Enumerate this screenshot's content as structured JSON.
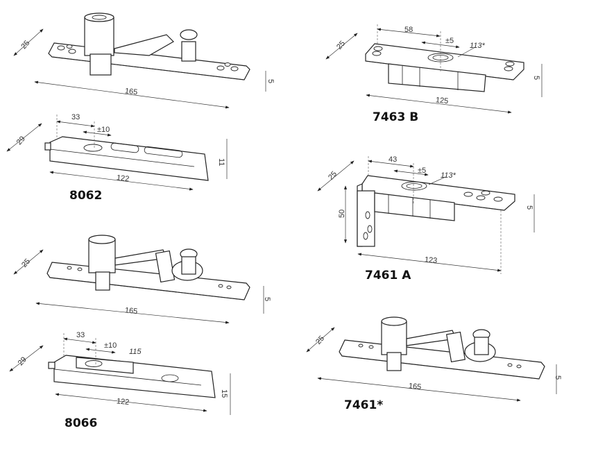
{
  "products": [
    {
      "id": "top-left",
      "label": null,
      "dims": {
        "width": "25",
        "length": "165",
        "thickness": "5"
      }
    },
    {
      "id": "8062",
      "label": "8062",
      "dims": {
        "width": "29",
        "offset": "33",
        "adjust": "±10",
        "length": "122",
        "height": "11"
      }
    },
    {
      "id": "middle-left",
      "label": null,
      "dims": {
        "width": "25",
        "length": "165",
        "thickness": "5"
      }
    },
    {
      "id": "8066",
      "label": "8066",
      "dims": {
        "width": "29",
        "offset": "33",
        "adjust": "±10",
        "spindle": "115",
        "length": "122",
        "height": "15"
      }
    },
    {
      "id": "7463B",
      "label": "7463 B",
      "dims": {
        "width": "25",
        "offset": "58",
        "adjust": "±5",
        "spindle": "113*",
        "length": "125",
        "thickness": "5"
      }
    },
    {
      "id": "7461A",
      "label": "7461 A",
      "dims": {
        "width": "25",
        "offset": "43",
        "adjust": "±5",
        "spindle": "113*",
        "leg": "50",
        "length": "123",
        "thickness": "5"
      }
    },
    {
      "id": "7461star",
      "label": "7461*",
      "dims": {
        "width": "25",
        "length": "165",
        "thickness": "5"
      }
    }
  ]
}
